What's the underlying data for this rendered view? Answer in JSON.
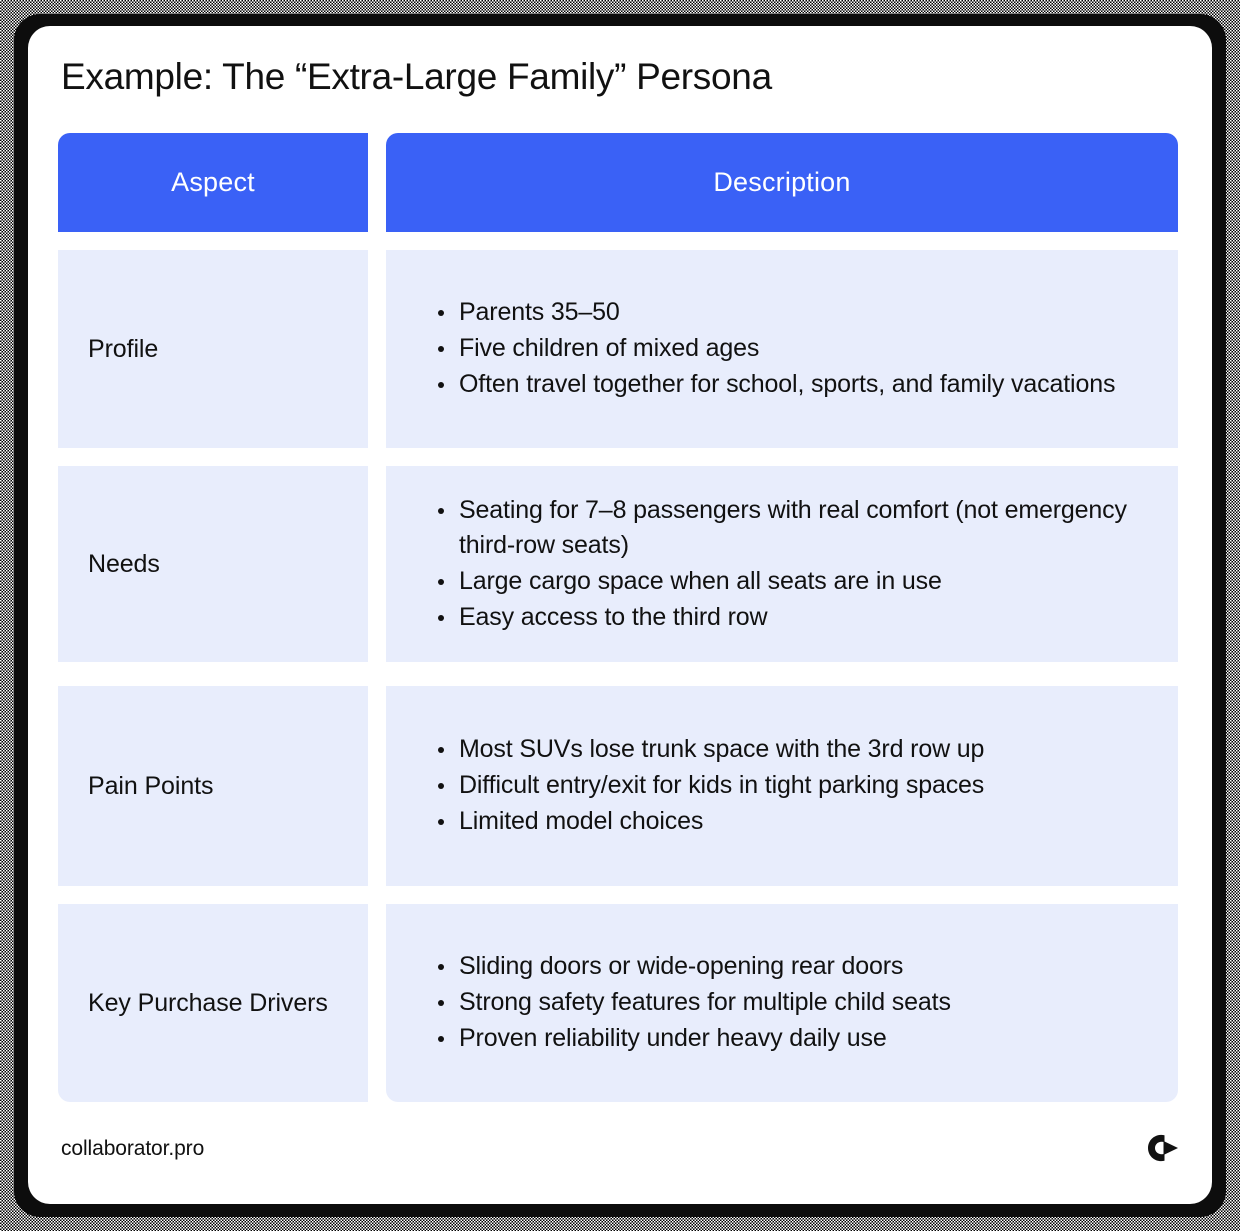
{
  "card": {
    "title": "Example: The “Extra-Large Family” Persona"
  },
  "colors": {
    "header_blue": "#3A61F6",
    "cell_light_blue": "#E8EDFC",
    "text_dark": "#111111",
    "card_white": "#FFFFFF",
    "frame_black": "#000000"
  },
  "table": {
    "headers": {
      "aspect": "Aspect",
      "description": "Description"
    },
    "rows": [
      {
        "aspect": "Profile",
        "bullets": [
          "Parents 35–50",
          "Five children of mixed ages",
          "Often travel together for school, sports, and family vacations"
        ]
      },
      {
        "aspect": "Needs",
        "bullets": [
          "Seating for 7–8 passengers with real comfort (not emergency third-row seats)",
          "Large cargo space when all seats are in use",
          "Easy access to the third row"
        ]
      },
      {
        "aspect": "Pain Points",
        "bullets": [
          "Most SUVs lose trunk space with the 3rd row up",
          "Difficult entry/exit for kids in tight parking spaces",
          "Limited model choices"
        ]
      },
      {
        "aspect": "Key Purchase Drivers",
        "bullets": [
          "Sliding doors or wide-opening rear doors",
          "Strong safety features for multiple child seats",
          "Proven reliability under heavy daily use"
        ]
      }
    ]
  },
  "footer": {
    "brand": "collaborator.pro",
    "logo_name": "collaborator-logo-icon"
  }
}
